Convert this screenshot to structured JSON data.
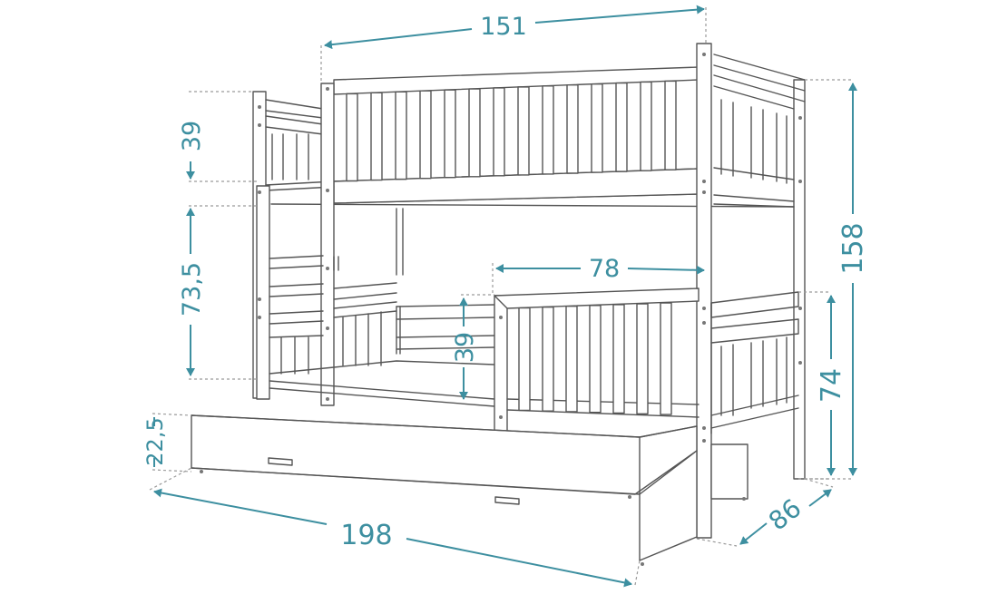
{
  "dimensions": {
    "top_length": "151",
    "upper_rail": "39",
    "bed_gap": "73,5",
    "lower_guard_length": "78",
    "lower_rail": "39",
    "drawer_height": "22,5",
    "total_height": "158",
    "lower_height": "74",
    "depth": "86",
    "total_length": "198"
  },
  "colors": {
    "dimension": "#3d8fa0",
    "outline": "#555555"
  }
}
